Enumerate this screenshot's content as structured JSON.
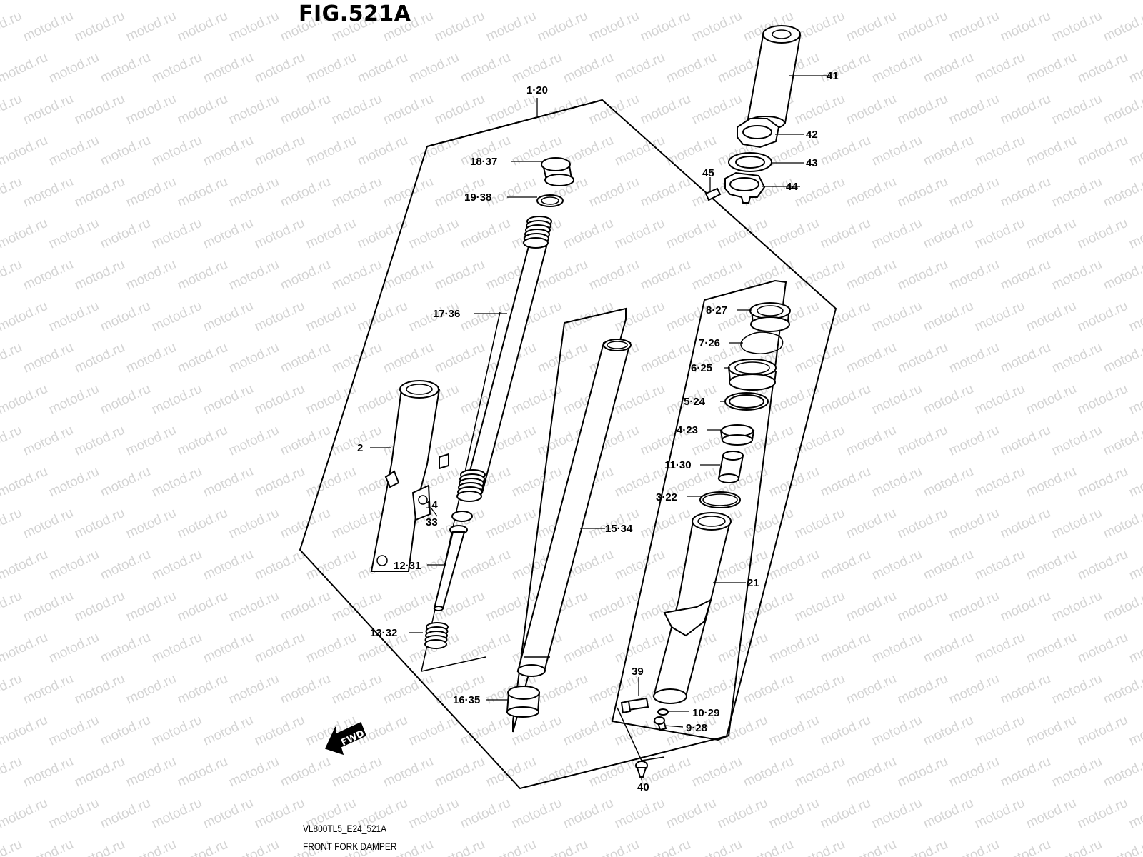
{
  "figure": {
    "title": "FIG.521A",
    "model_code": "VL800TL5_E24_521A",
    "diagram_name": "FRONT FORK DAMPER",
    "watermark": "motod.ru",
    "fwd_label": "FWD"
  },
  "callouts": [
    {
      "id": "c1-20",
      "text": "1·20"
    },
    {
      "id": "c41",
      "text": "41"
    },
    {
      "id": "c42",
      "text": "42"
    },
    {
      "id": "c43",
      "text": "43"
    },
    {
      "id": "c44",
      "text": "44"
    },
    {
      "id": "c45",
      "text": "45"
    },
    {
      "id": "c18-37",
      "text": "18·37"
    },
    {
      "id": "c19-38",
      "text": "19·38"
    },
    {
      "id": "c17-36",
      "text": "17·36"
    },
    {
      "id": "c8-27",
      "text": "8·27"
    },
    {
      "id": "c7-26",
      "text": "7·26"
    },
    {
      "id": "c6-25",
      "text": "6·25"
    },
    {
      "id": "c5-24",
      "text": "5·24"
    },
    {
      "id": "c4-23",
      "text": "4·23"
    },
    {
      "id": "c11-30",
      "text": "11·30"
    },
    {
      "id": "c3-22",
      "text": "3·22"
    },
    {
      "id": "c2",
      "text": "2"
    },
    {
      "id": "c14",
      "text": "14"
    },
    {
      "id": "c33",
      "text": "33"
    },
    {
      "id": "c12-31",
      "text": "12·31"
    },
    {
      "id": "c15-34",
      "text": "15·34"
    },
    {
      "id": "c21",
      "text": "21"
    },
    {
      "id": "c13-32",
      "text": "13·32"
    },
    {
      "id": "c39",
      "text": "39"
    },
    {
      "id": "c16-35",
      "text": "16·35"
    },
    {
      "id": "c10-29",
      "text": "10·29"
    },
    {
      "id": "c9-28",
      "text": "9·28"
    },
    {
      "id": "c40",
      "text": "40"
    }
  ]
}
